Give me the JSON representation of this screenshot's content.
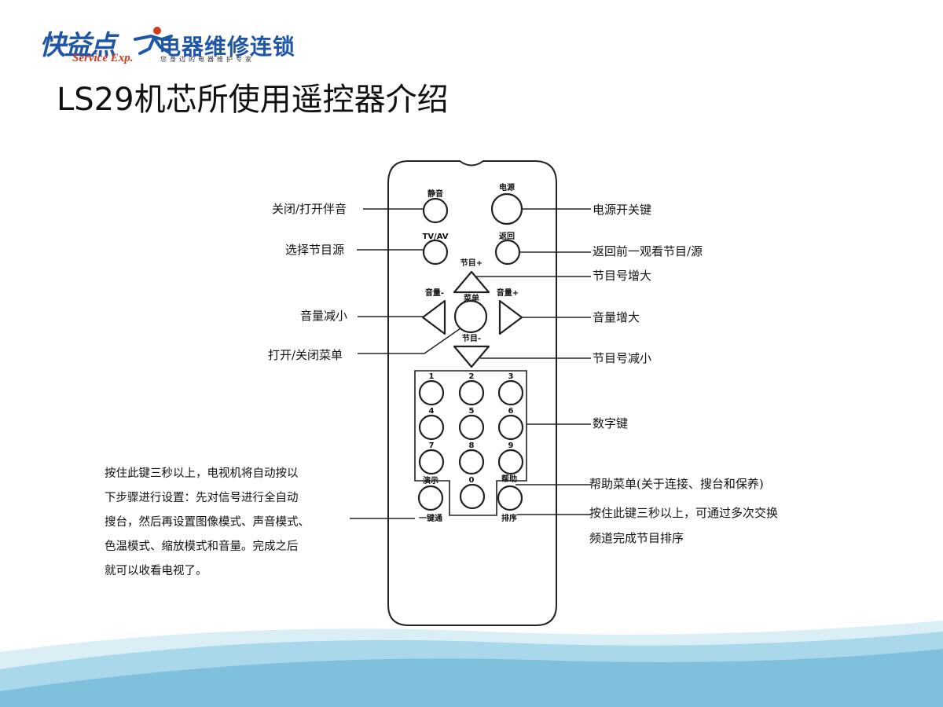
{
  "logo": {
    "main": "快益点",
    "sub": "Service Exp.",
    "brand": "电器维修连锁",
    "slogan": "您身边的电器维护专家"
  },
  "title": "LS29机芯所使用遥控器介绍",
  "keys": {
    "mute": "静音",
    "power": "电源",
    "tvav": "TV/AV",
    "back": "返回",
    "ch_up": "节目+",
    "vol_down": "音量-",
    "menu": "菜单",
    "vol_up": "音量+",
    "ch_down": "节目-",
    "digits": [
      "1",
      "2",
      "3",
      "4",
      "5",
      "6",
      "7",
      "8",
      "9"
    ],
    "zero": "0",
    "demo": "演示",
    "one_key": "一键通",
    "help": "帮助",
    "sort": "排序"
  },
  "callouts": {
    "mute": "关闭/打开伴音",
    "source": "选择节目源",
    "vol_down": "音量减小",
    "menu": "打开/关闭菜单",
    "power": "电源开关键",
    "back": "返回前一观看节目/源",
    "ch_up": "节目号增大",
    "vol_up": "音量增大",
    "ch_down": "节目号减小",
    "digits": "数字键",
    "help": "帮助菜单(关于连接、搜台和保养)",
    "sort_lines": [
      "按住此键三秒以上，可通过多次交换",
      "频道完成节目排序"
    ]
  },
  "setup_note_lines": [
    "按住此键三秒以上，电视机将自动按以",
    "下步骤进行设置：先对信号进行全自动",
    "搜台，然后再设置图像模式、声音模式、",
    "色温模式、缩放模式和音量。完成之后",
    "就可以收看电视了。"
  ],
  "colors": {
    "logo_blue": "#1f56a8",
    "logo_red": "#d23a1c",
    "wave_light": "#cfe9f3",
    "wave_dark": "#7fc1dc"
  }
}
